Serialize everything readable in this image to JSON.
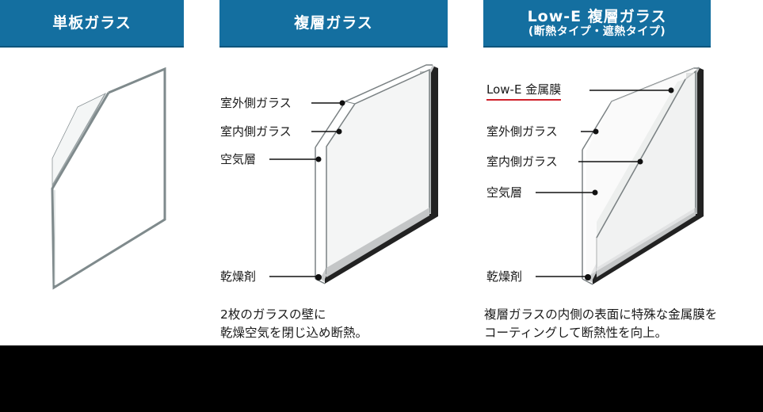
{
  "columns": [
    {
      "id": "single",
      "header": {
        "title": "単板ガラス",
        "subtitle": ""
      },
      "labels": [],
      "description": []
    },
    {
      "id": "double",
      "header": {
        "title": "複層ガラス",
        "subtitle": ""
      },
      "labels": [
        {
          "text": "室外側ガラス"
        },
        {
          "text": "室内側ガラス"
        },
        {
          "text": "空気層"
        },
        {
          "text": "乾燥剤"
        }
      ],
      "description": [
        "2枚のガラスの壁に",
        "乾燥空気を閉じ込め断熱。"
      ]
    },
    {
      "id": "lowe",
      "header": {
        "title": "Low-E 複層ガラス",
        "subtitle": "(断熱タイプ・遮熱タイプ)"
      },
      "labels": [
        {
          "text": "Low-E 金属膜",
          "underline_color": "#d0202a"
        },
        {
          "text": "室外側ガラス"
        },
        {
          "text": "室内側ガラス"
        },
        {
          "text": "空気層"
        },
        {
          "text": "乾燥剤"
        }
      ],
      "description": [
        "複層ガラスの内側の表面に特殊な金属膜を",
        "コーティングして断熱性を向上。"
      ]
    }
  ],
  "colors": {
    "header_bg": "#146fa0",
    "header_text": "#ffffff",
    "accent_underline": "#d0202a",
    "footer_bar": "#000000"
  }
}
